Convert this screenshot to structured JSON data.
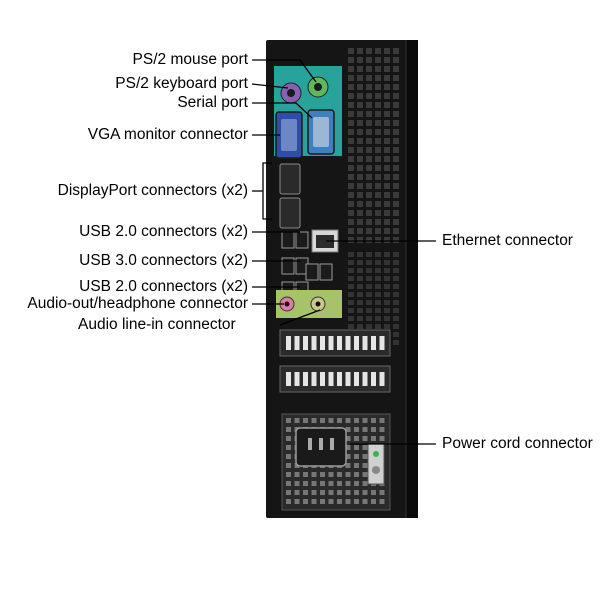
{
  "labels": {
    "ps2_mouse": "PS/2 mouse port",
    "ps2_keyboard": "PS/2 keyboard port",
    "serial": "Serial port",
    "vga": "VGA monitor connector",
    "displayport": "DisplayPort connectors (x2)",
    "usb2_upper": "USB 2.0 connectors (x2)",
    "usb3": "USB 3.0 connectors (x2)",
    "usb2_lower": "USB 2.0 connectors (x2)",
    "audio_out": "Audio-out/headphone connector",
    "audio_in": "Audio line-in connector",
    "ethernet": "Ethernet connector",
    "power": "Power cord connector"
  },
  "colors": {
    "chassis": "#151515",
    "ps2_mouse": "#5fb85a",
    "ps2_keyboard": "#8a5fb0",
    "io_panel_teal": "#27a39b",
    "vga_blue": "#2f4da6",
    "audio_panel_green": "#a6c36a",
    "audio_pink": "#e07aa6",
    "audio_blue": "#5aa9d8",
    "leader_line": "#000000"
  }
}
